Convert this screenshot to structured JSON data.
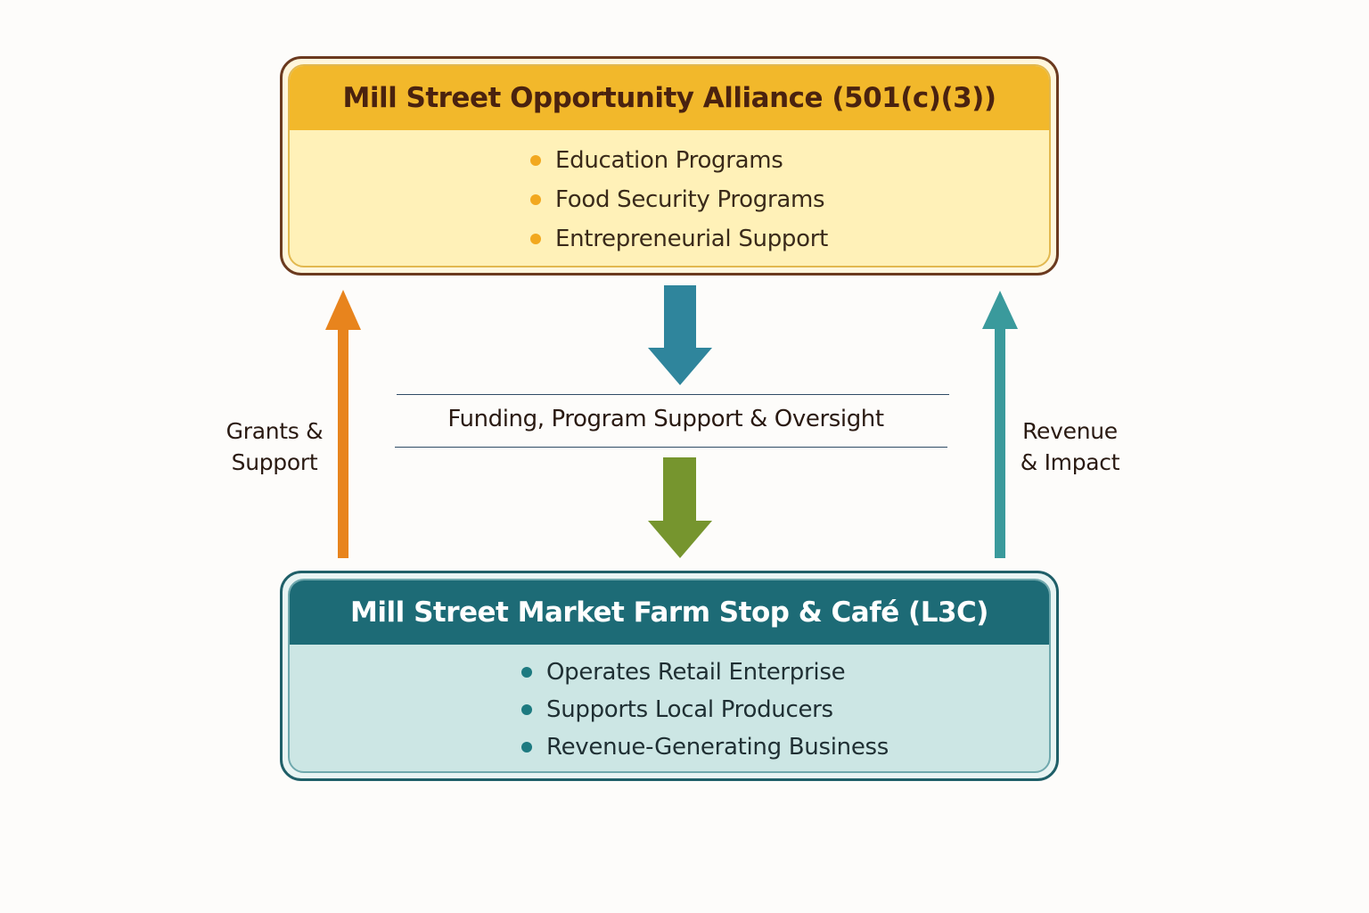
{
  "top_box": {
    "title": "Mill Street Opportunity Alliance (501(c)(3))",
    "items": [
      "Education Programs",
      "Food Security Programs",
      "Entrepreneurial Support"
    ]
  },
  "bottom_box": {
    "title": "Mill Street Market Farm Stop & Café (L3C)",
    "items": [
      "Operates Retail Enterprise",
      "Supports Local Producers",
      "Revenue-Generating Business"
    ]
  },
  "middle_label": "Funding, Program Support & Oversight",
  "left_label": {
    "line1": "Grants &",
    "line2": "Support"
  },
  "right_label": {
    "line1": "Revenue",
    "line2": "& Impact"
  },
  "colors": {
    "top_header": "#f2b82b",
    "bottom_header": "#1d6b76",
    "left_arrow": "#e8841d",
    "right_arrow": "#3a9a9c",
    "down_arrow_top": "#2f859c",
    "down_arrow_bottom": "#76952e"
  }
}
